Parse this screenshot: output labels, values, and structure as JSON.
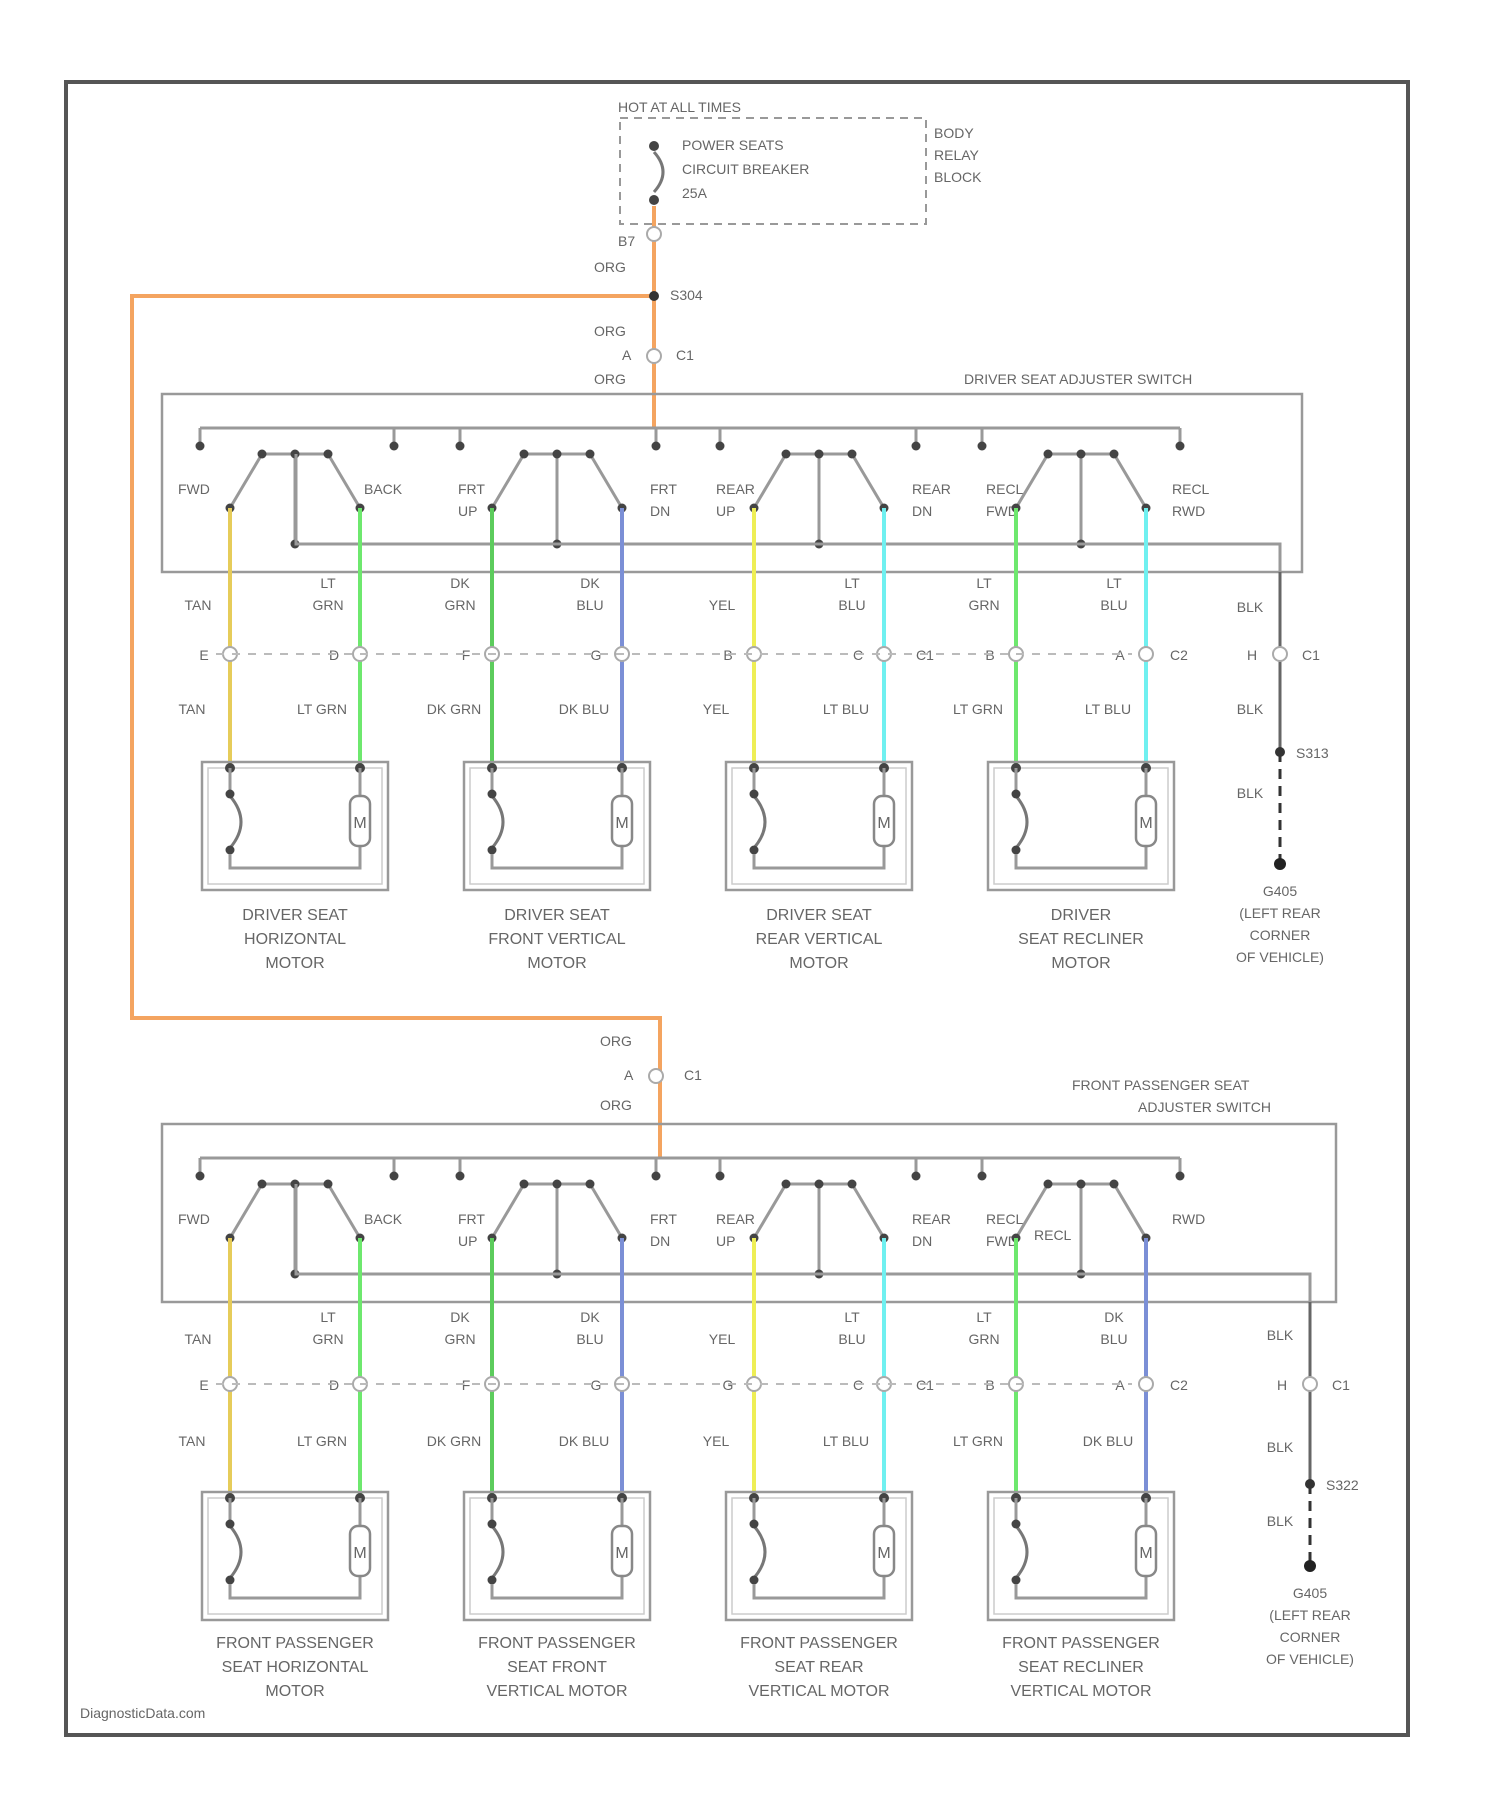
{
  "footer": {
    "watermark": "DiagnosticData.com"
  },
  "power": {
    "hot_label": "HOT AT ALL TIMES",
    "breaker_lines": [
      "POWER SEATS",
      "CIRCUIT BREAKER",
      "25A"
    ],
    "block_lines": [
      "BODY",
      "RELAY",
      "BLOCK"
    ],
    "pin": "B7",
    "wire_upper": "ORG",
    "splice": "S304",
    "wire_mid": "ORG",
    "connector_pin": "A",
    "connector": "C1",
    "wire_lower": "ORG"
  },
  "colors": {
    "frame": "#555555",
    "line": "#999999",
    "ORG": "#f4a460",
    "TAN": "#e6cc5a",
    "LT GRN": "#6ee86e",
    "DK GRN": "#5ccc5c",
    "DK BLU": "#7b8fd6",
    "YEL": "#eeee55",
    "LT BLU": "#6ff0f0",
    "BLK": "#666666"
  },
  "driver": {
    "switch_title": "DRIVER SEAT ADJUSTER SWITCH",
    "feed_wire_top": "ORG",
    "feed_pin": "A",
    "feed_connector": "C1",
    "feed_wire_bottom": "ORG",
    "switch_labels": [
      [
        "FWD"
      ],
      [
        "BACK"
      ],
      [
        "FRT",
        "UP"
      ],
      [
        "FRT",
        "DN"
      ],
      [
        "REAR",
        "UP"
      ],
      [
        "REAR",
        "DN"
      ],
      [
        "RECL",
        "FWD"
      ],
      [
        "RECL",
        "RWD"
      ]
    ],
    "wires": [
      {
        "top": "TAN",
        "pin": "E",
        "bottom": "TAN",
        "color": "TAN"
      },
      {
        "top": "LT GRN",
        "pin": "D",
        "bottom": "LT GRN",
        "color": "LT GRN"
      },
      {
        "top": "DK GRN",
        "pin": "F",
        "bottom": "DK GRN",
        "color": "DK GRN"
      },
      {
        "top": "DK BLU",
        "pin": "G",
        "bottom": "DK BLU",
        "color": "DK BLU"
      },
      {
        "top": "YEL",
        "pin": "B",
        "bottom": "YEL",
        "color": "YEL"
      },
      {
        "top": "LT BLU",
        "pin": "C",
        "bottom": "LT BLU",
        "color": "LT BLU"
      },
      {
        "top": "LT GRN",
        "pin": "B",
        "bottom": "LT GRN",
        "color": "LT GRN"
      },
      {
        "top": "LT BLU",
        "pin": "A",
        "bottom": "LT BLU",
        "color": "LT BLU"
      }
    ],
    "connector_tags": [
      "C1",
      "C2"
    ],
    "ground": {
      "wire1": "BLK",
      "pin": "H",
      "connector": "C1",
      "wire2": "BLK",
      "splice": "S313",
      "wire3": "BLK",
      "ground_lines": [
        "G405",
        "(LEFT REAR",
        "CORNER",
        "OF VEHICLE)"
      ]
    },
    "motors": [
      [
        "DRIVER SEAT",
        "HORIZONTAL",
        "MOTOR"
      ],
      [
        "DRIVER SEAT",
        "FRONT VERTICAL",
        "MOTOR"
      ],
      [
        "DRIVER SEAT",
        "REAR VERTICAL",
        "MOTOR"
      ],
      [
        "DRIVER",
        "SEAT RECLINER",
        "MOTOR"
      ]
    ]
  },
  "passenger": {
    "switch_title_lines": [
      "FRONT PASSENGER SEAT",
      "ADJUSTER SWITCH"
    ],
    "feed_wire_top": "ORG",
    "feed_pin": "A",
    "feed_connector": "C1",
    "feed_wire_bottom": "ORG",
    "switch_labels": [
      [
        "FWD"
      ],
      [
        "BACK"
      ],
      [
        "FRT",
        "UP"
      ],
      [
        "FRT",
        "DN"
      ],
      [
        "REAR",
        "UP"
      ],
      [
        "REAR",
        "DN"
      ],
      [
        "RECL",
        "FWD"
      ],
      [
        "RWD"
      ]
    ],
    "extra_label": "RECL",
    "wires": [
      {
        "top": "TAN",
        "pin": "E",
        "bottom": "TAN",
        "color": "TAN"
      },
      {
        "top": "LT GRN",
        "pin": "D",
        "bottom": "LT GRN",
        "color": "LT GRN"
      },
      {
        "top": "DK GRN",
        "pin": "F",
        "bottom": "DK GRN",
        "color": "DK GRN"
      },
      {
        "top": "DK BLU",
        "pin": "G",
        "bottom": "DK BLU",
        "color": "DK BLU"
      },
      {
        "top": "YEL",
        "pin": "G",
        "bottom": "YEL",
        "color": "YEL"
      },
      {
        "top": "LT BLU",
        "pin": "C",
        "bottom": "LT BLU",
        "color": "LT BLU"
      },
      {
        "top": "LT GRN",
        "pin": "B",
        "bottom": "LT GRN",
        "color": "LT GRN"
      },
      {
        "top": "DK BLU",
        "pin": "A",
        "bottom": "DK BLU",
        "color": "DK BLU"
      }
    ],
    "connector_tags": [
      "C1",
      "C2"
    ],
    "ground": {
      "wire1": "BLK",
      "pin": "H",
      "connector": "C1",
      "wire2": "BLK",
      "splice": "S322",
      "wire3": "BLK",
      "ground_lines": [
        "G405",
        "(LEFT REAR",
        "CORNER",
        "OF VEHICLE)"
      ]
    },
    "motors": [
      [
        "FRONT PASSENGER",
        "SEAT HORIZONTAL",
        "MOTOR"
      ],
      [
        "FRONT PASSENGER",
        "SEAT FRONT",
        "VERTICAL MOTOR"
      ],
      [
        "FRONT PASSENGER",
        "SEAT REAR",
        "VERTICAL MOTOR"
      ],
      [
        "FRONT PASSENGER",
        "SEAT RECLINER",
        "VERTICAL MOTOR"
      ]
    ]
  }
}
